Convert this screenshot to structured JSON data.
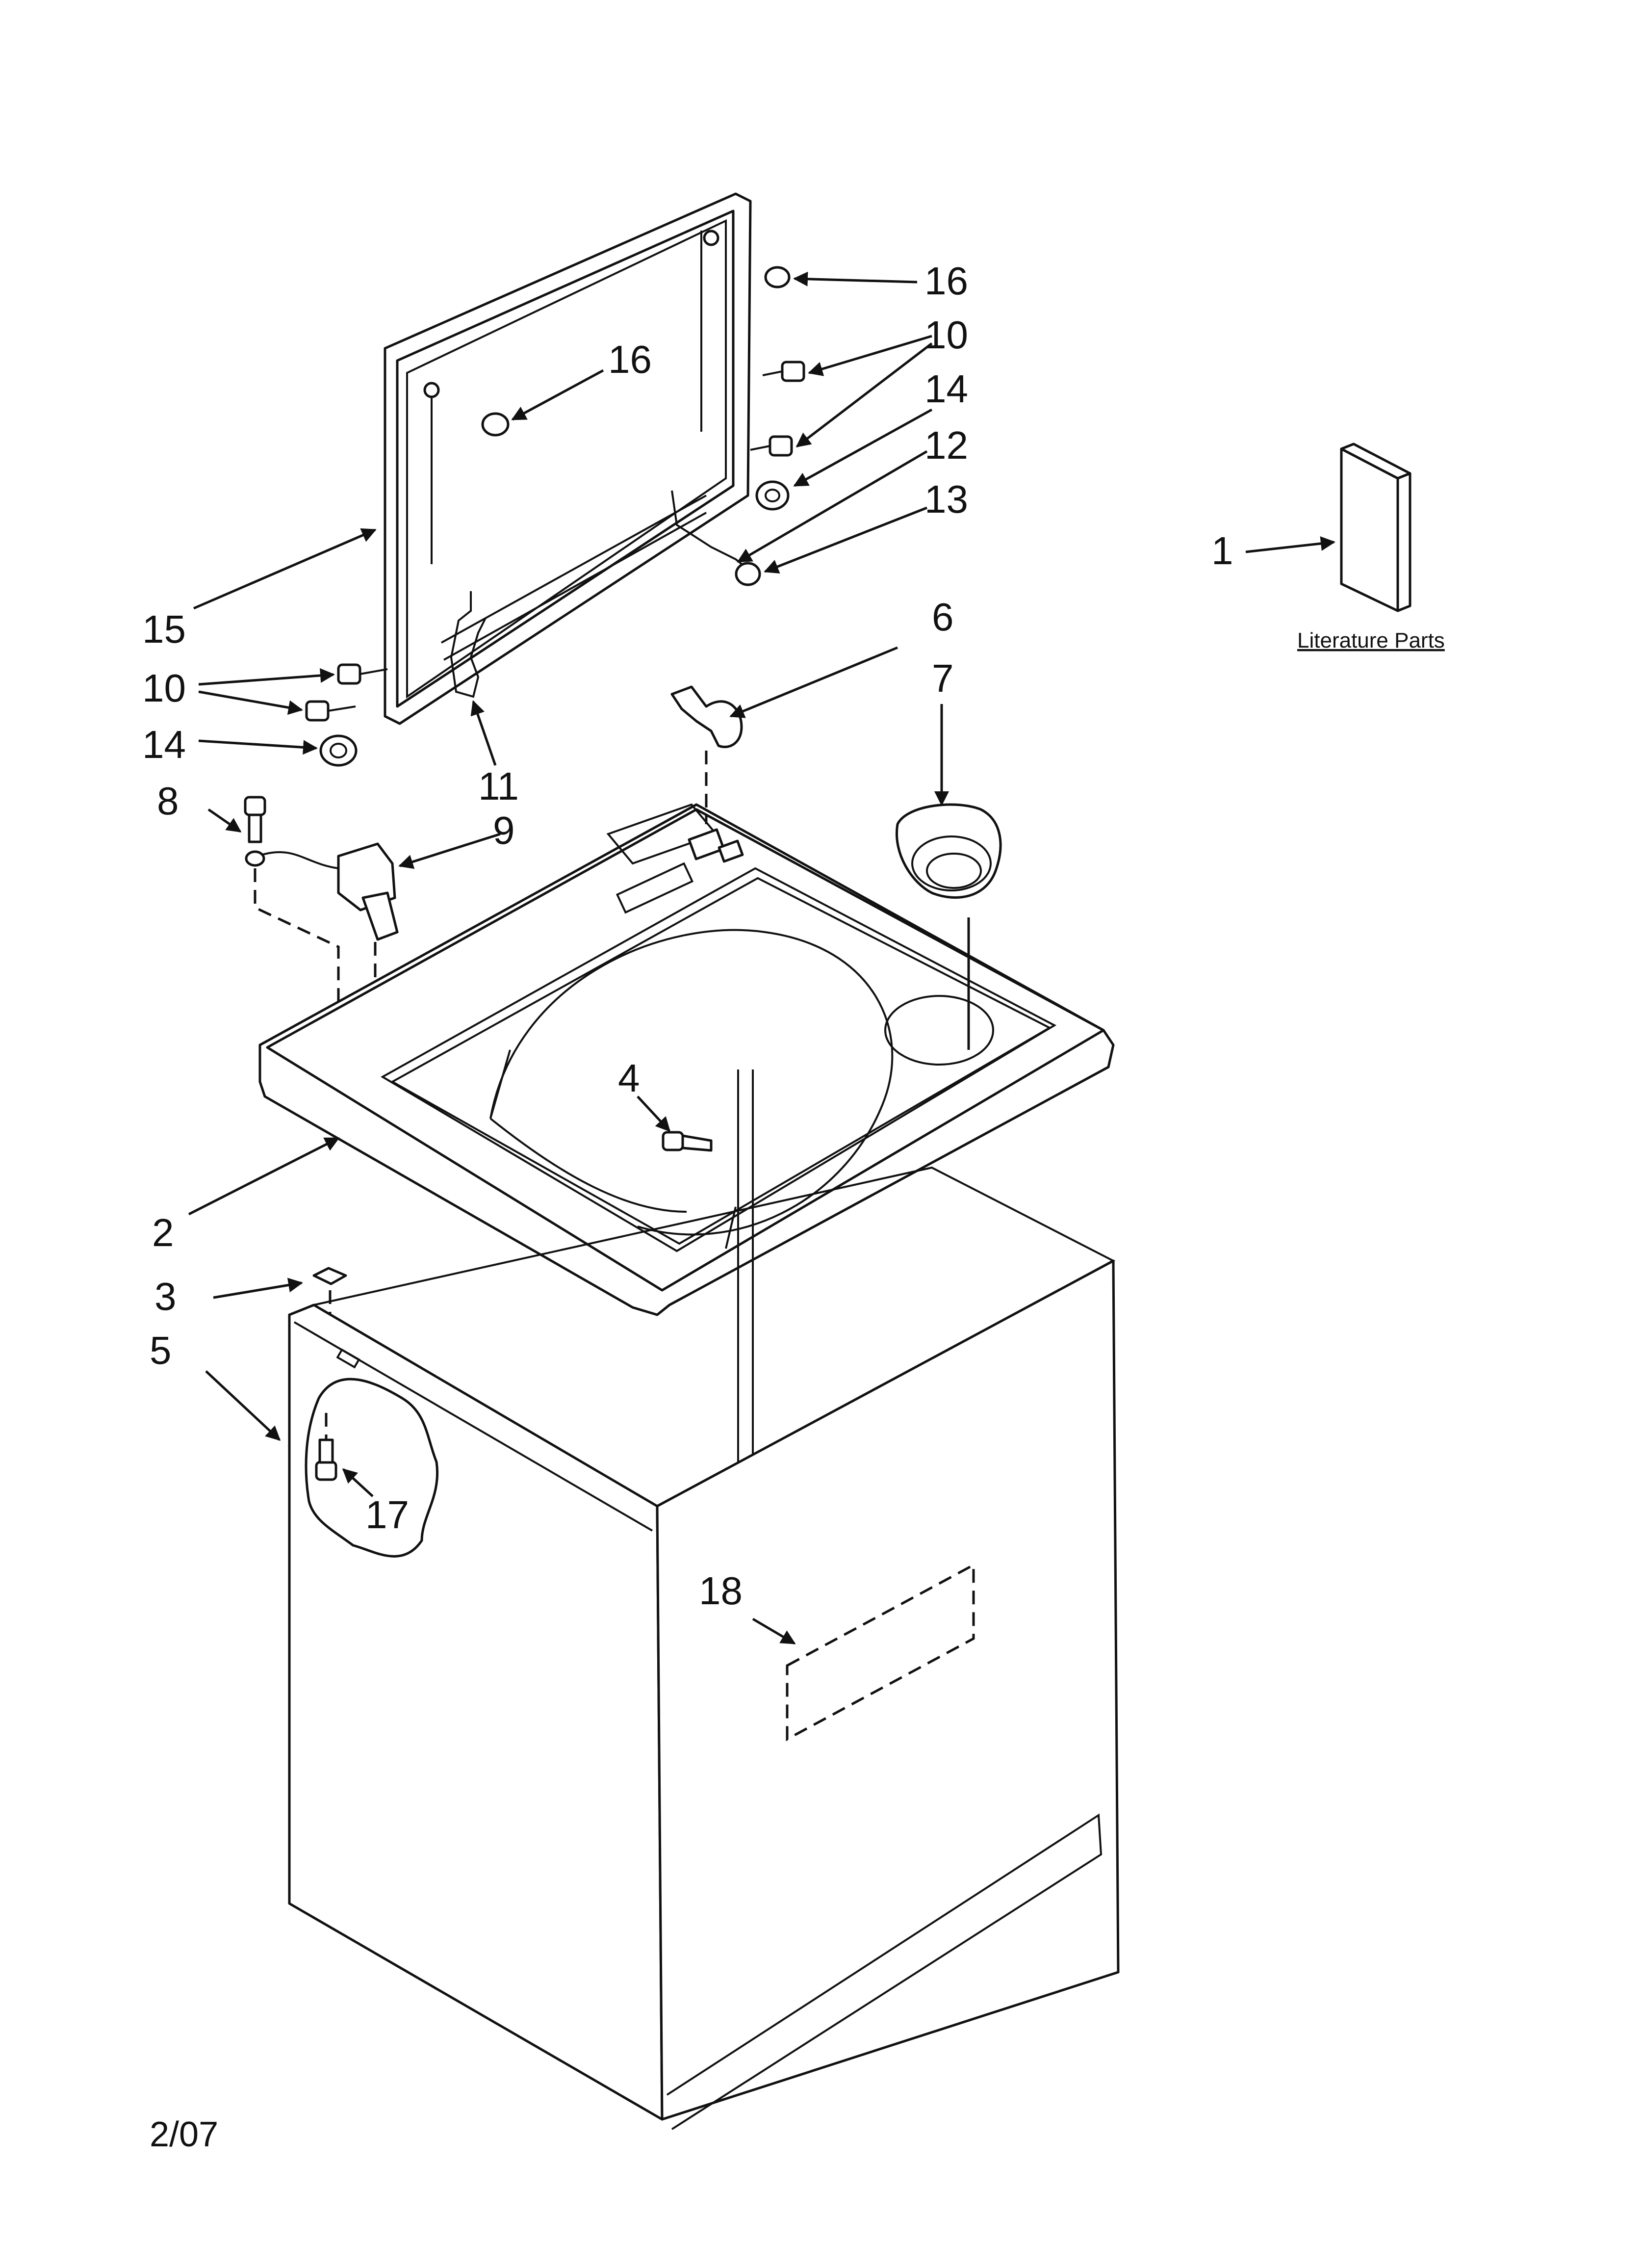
{
  "callouts": {
    "c1": "1",
    "c2": "2",
    "c3": "3",
    "c4": "4",
    "c5": "5",
    "c6": "6",
    "c7": "7",
    "c8": "8",
    "c9": "9",
    "c10a": "10",
    "c10b": "10",
    "c11": "11",
    "c12": "12",
    "c13": "13",
    "c14a": "14",
    "c14b": "14",
    "c15": "15",
    "c16a": "16",
    "c16b": "16",
    "c17": "17",
    "c18": "18"
  },
  "literature_label": "Literature Parts",
  "date": "2/07",
  "colors": {
    "ink": "#111111",
    "paper": "#ffffff"
  }
}
